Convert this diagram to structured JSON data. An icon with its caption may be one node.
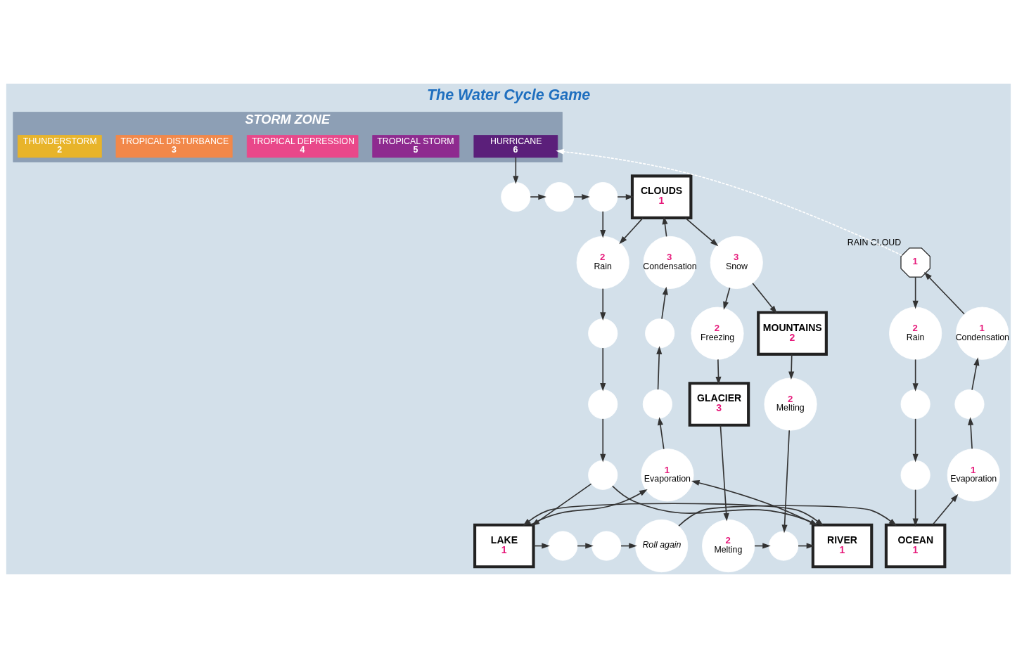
{
  "diagram": {
    "title": "The Water Cycle Game",
    "nodes": [
      {
        "text": [
          "STORM ZONE"
        ]
      },
      {
        "text": [
          "HURRICANE",
          "6"
        ],
        "in": 0
      },
      {
        "text": [
          "TROPICAL STORM",
          "5"
        ],
        "in": 0
      },
      {
        "text": [
          "TROPICAL DEPRESSION",
          "4"
        ],
        "in": 0
      },
      {
        "text": [
          "TROPICAL DISTURBANCE",
          "3"
        ],
        "in": 0
      },
      {
        "text": [
          "THUNDERSTORM",
          "2"
        ],
        "in": 0
      },
      {
        "text": [
          "1"
        ],
        "beside": [
          "RAIN CLOUD"
        ]
      },
      {
        "text": [
          "1",
          "Condensation"
        ]
      },
      {
        "text": [
          "2",
          "Rain"
        ]
      },
      {
        "text": [],
        "shape": "circle"
      },
      {
        "text": [],
        "shape": "circle"
      },
      {
        "text": [
          "1",
          "Evaporation"
        ]
      },
      {
        "text": [],
        "shape": "circle"
      },
      {
        "text": [
          "OCEAN",
          "1"
        ]
      },
      {
        "text": [
          "Roll again"
        ]
      },
      {
        "text": [],
        "shape": "circle"
      },
      {
        "text": [],
        "shape": "circle"
      },
      {
        "text": [],
        "shape": "circle"
      },
      {
        "text": [],
        "shape": "circle"
      },
      {
        "text": [],
        "shape": "circle"
      },
      {
        "text": [
          "CLOUDS",
          "1"
        ]
      },
      {
        "text": [
          "2",
          "Rain"
        ]
      },
      {
        "text": [
          "3",
          "Condensation"
        ]
      },
      {
        "text": [
          "3",
          "Snow"
        ]
      },
      {
        "text": [],
        "shape": "circle"
      },
      {
        "text": [],
        "shape": "circle"
      },
      {
        "text": [],
        "shape": "circle"
      },
      {
        "text": [],
        "shape": "circle"
      },
      {
        "text": [
          "MOUNTAINS",
          "2"
        ]
      },
      {
        "text": [
          "2",
          "Freezing"
        ]
      },
      {
        "text": [],
        "shape": "circle"
      },
      {
        "text": [
          "1",
          "Evaporation"
        ]
      },
      {
        "text": [
          "GLACIER",
          "3"
        ]
      },
      {
        "text": [
          "2",
          "Melting"
        ]
      },
      {
        "text": [
          "LAKE",
          "1"
        ]
      },
      {
        "text": [
          "RIVER",
          "1"
        ]
      },
      {
        "text": [],
        "shape": "circle"
      },
      {
        "text": [
          "2",
          "Melting"
        ]
      }
    ],
    "edges": [
      {
        "from": 6,
        "to": 1,
        "arrow": "to",
        "style": "dashed",
        "color": "#ffffff"
      },
      {
        "from": 1,
        "to": 17,
        "arrow": "to"
      },
      {
        "from": 17,
        "to": 18,
        "arrow": "to"
      },
      {
        "from": 18,
        "to": 19,
        "arrow": "to"
      },
      {
        "from": 19,
        "to": 20,
        "arrow": "to"
      },
      {
        "from": 19,
        "to": 21,
        "arrow": "to"
      },
      {
        "from": 20,
        "to": 21,
        "arrow": "to"
      },
      {
        "from": 21,
        "to": 24,
        "arrow": "to"
      },
      {
        "from": 24,
        "to": 26,
        "arrow": "to"
      },
      {
        "from": 26,
        "to": 30,
        "arrow": "to"
      },
      {
        "from": 30,
        "to": 34,
        "arrow": "to"
      },
      {
        "from": 30,
        "to": 35,
        "arrow": "to"
      },
      {
        "from": 34,
        "to": 31,
        "arrow": "to"
      },
      {
        "from": 35,
        "to": 31,
        "arrow": "to"
      },
      {
        "from": 31,
        "to": 27,
        "arrow": "to"
      },
      {
        "from": 27,
        "to": 25,
        "arrow": "to"
      },
      {
        "from": 25,
        "to": 22,
        "arrow": "to"
      },
      {
        "from": 22,
        "to": 20,
        "arrow": "to"
      },
      {
        "from": 20,
        "to": 23,
        "arrow": "to"
      },
      {
        "from": 23,
        "to": 28,
        "arrow": "to"
      },
      {
        "from": 23,
        "to": 29,
        "arrow": "to"
      },
      {
        "from": 29,
        "to": 32,
        "arrow": "to"
      },
      {
        "from": 32,
        "to": 37,
        "arrow": "to"
      },
      {
        "from": 37,
        "to": 36,
        "arrow": "to"
      },
      {
        "from": 28,
        "to": 33,
        "arrow": "to"
      },
      {
        "from": 33,
        "to": 36,
        "arrow": "to"
      },
      {
        "from": 36,
        "to": 35,
        "arrow": "to"
      },
      {
        "from": 34,
        "to": 35,
        "arrow": "both"
      },
      {
        "from": 34,
        "to": 16,
        "arrow": "to"
      },
      {
        "from": 16,
        "to": 15,
        "arrow": "to"
      },
      {
        "from": 15,
        "to": 14,
        "arrow": "to"
      },
      {
        "from": 14,
        "to": 13,
        "arrow": "to"
      },
      {
        "from": 13,
        "to": 11,
        "arrow": "to"
      },
      {
        "from": 11,
        "to": 9,
        "arrow": "to"
      },
      {
        "from": 9,
        "to": 7,
        "arrow": "to"
      },
      {
        "from": 7,
        "to": 6,
        "arrow": "to"
      },
      {
        "from": 6,
        "to": 8,
        "arrow": "to"
      },
      {
        "from": 8,
        "to": 10,
        "arrow": "to"
      },
      {
        "from": 10,
        "to": 12,
        "arrow": "to"
      },
      {
        "from": 12,
        "to": 13,
        "arrow": "to"
      }
    ]
  }
}
